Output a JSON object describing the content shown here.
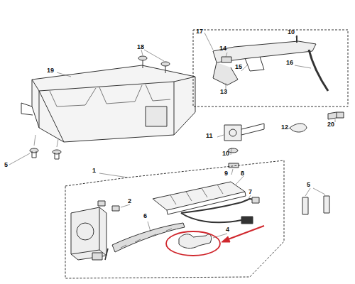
{
  "diagram": {
    "labels": [
      "18",
      "19",
      "5",
      "17",
      "14",
      "10",
      "15",
      "16",
      "13",
      "20",
      "11",
      "12",
      "10",
      "9",
      "5",
      "1",
      "8",
      "7",
      "2",
      "6",
      "4"
    ]
  }
}
